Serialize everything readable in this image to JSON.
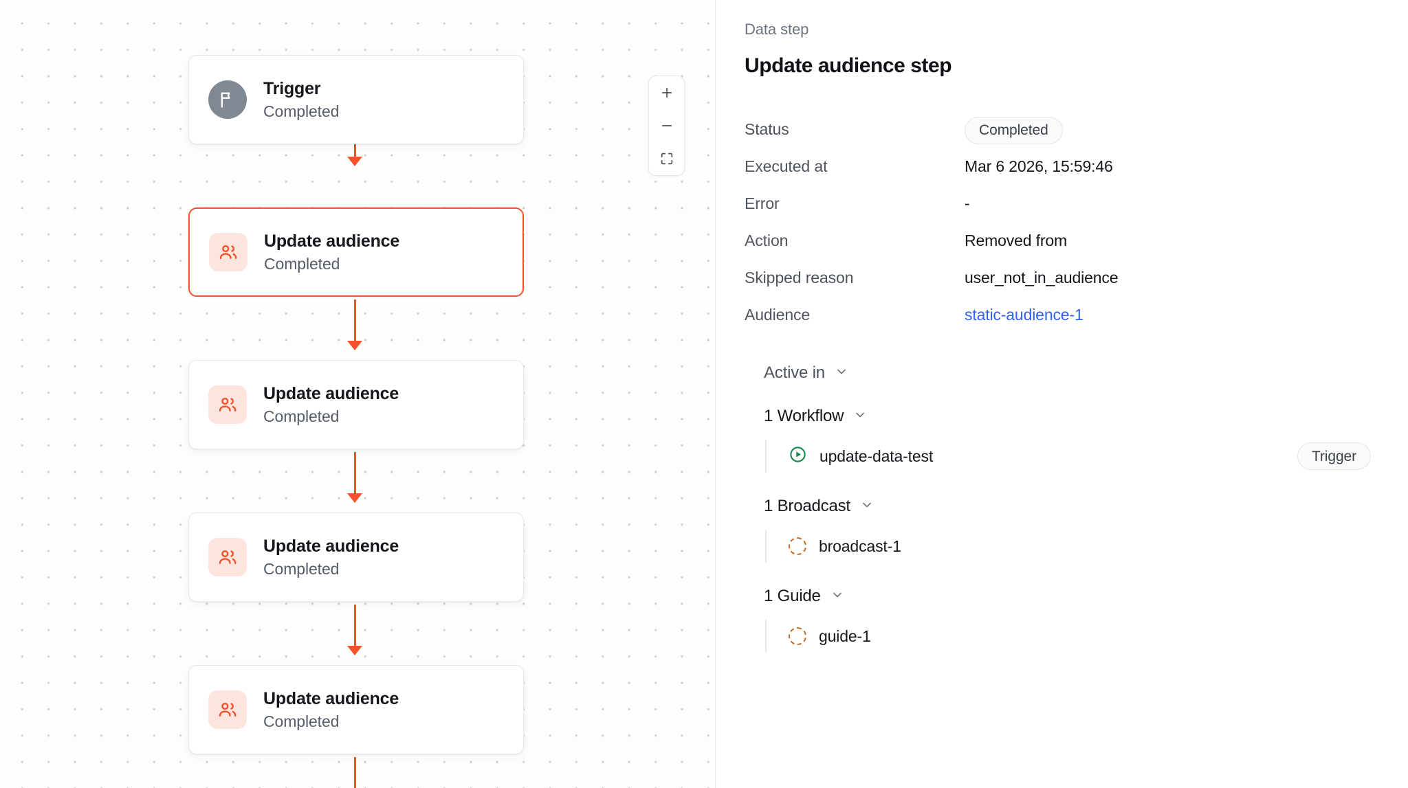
{
  "canvas": {
    "zoom_controls": {
      "zoom_in_label": "+",
      "zoom_out_label": "−",
      "fit_view_name": "fit-view"
    },
    "nodes": [
      {
        "title": "Trigger",
        "status": "Completed",
        "icon": "flag-icon",
        "selected": false
      },
      {
        "title": "Update audience",
        "status": "Completed",
        "icon": "audience-icon",
        "selected": true
      },
      {
        "title": "Update audience",
        "status": "Completed",
        "icon": "audience-icon",
        "selected": false
      },
      {
        "title": "Update audience",
        "status": "Completed",
        "icon": "audience-icon",
        "selected": false
      },
      {
        "title": "Update audience",
        "status": "Completed",
        "icon": "audience-icon",
        "selected": false
      }
    ]
  },
  "panel": {
    "eyebrow": "Data step",
    "title": "Update audience step",
    "details": [
      {
        "label": "Status",
        "value": "Completed",
        "kind": "pill"
      },
      {
        "label": "Executed at",
        "value": "Mar 6 2026, 15:59:46",
        "kind": "text"
      },
      {
        "label": "Error",
        "value": "-",
        "kind": "text"
      },
      {
        "label": "Action",
        "value": "Removed from",
        "kind": "text"
      },
      {
        "label": "Skipped reason",
        "value": "user_not_in_audience",
        "kind": "text"
      },
      {
        "label": "Audience",
        "value": "static-audience-1",
        "kind": "link"
      }
    ],
    "active_in": {
      "label": "Active in",
      "groups": [
        {
          "title": "1 Workflow",
          "items": [
            {
              "label": "update-data-test",
              "icon": "play-circle-icon",
              "badge": "Trigger"
            }
          ]
        },
        {
          "title": "1 Broadcast",
          "items": [
            {
              "label": "broadcast-1",
              "icon": "dashed-circle-icon",
              "badge": ""
            }
          ]
        },
        {
          "title": "1 Guide",
          "items": [
            {
              "label": "guide-1",
              "icon": "dashed-circle-icon",
              "badge": ""
            }
          ]
        }
      ]
    }
  },
  "colors": {
    "accent_orange": "#f4512c",
    "link_blue": "#3260e8",
    "workflow_green": "#1a8a4e",
    "dashed_orange": "#c8691d",
    "trigger_gray": "#808892"
  }
}
